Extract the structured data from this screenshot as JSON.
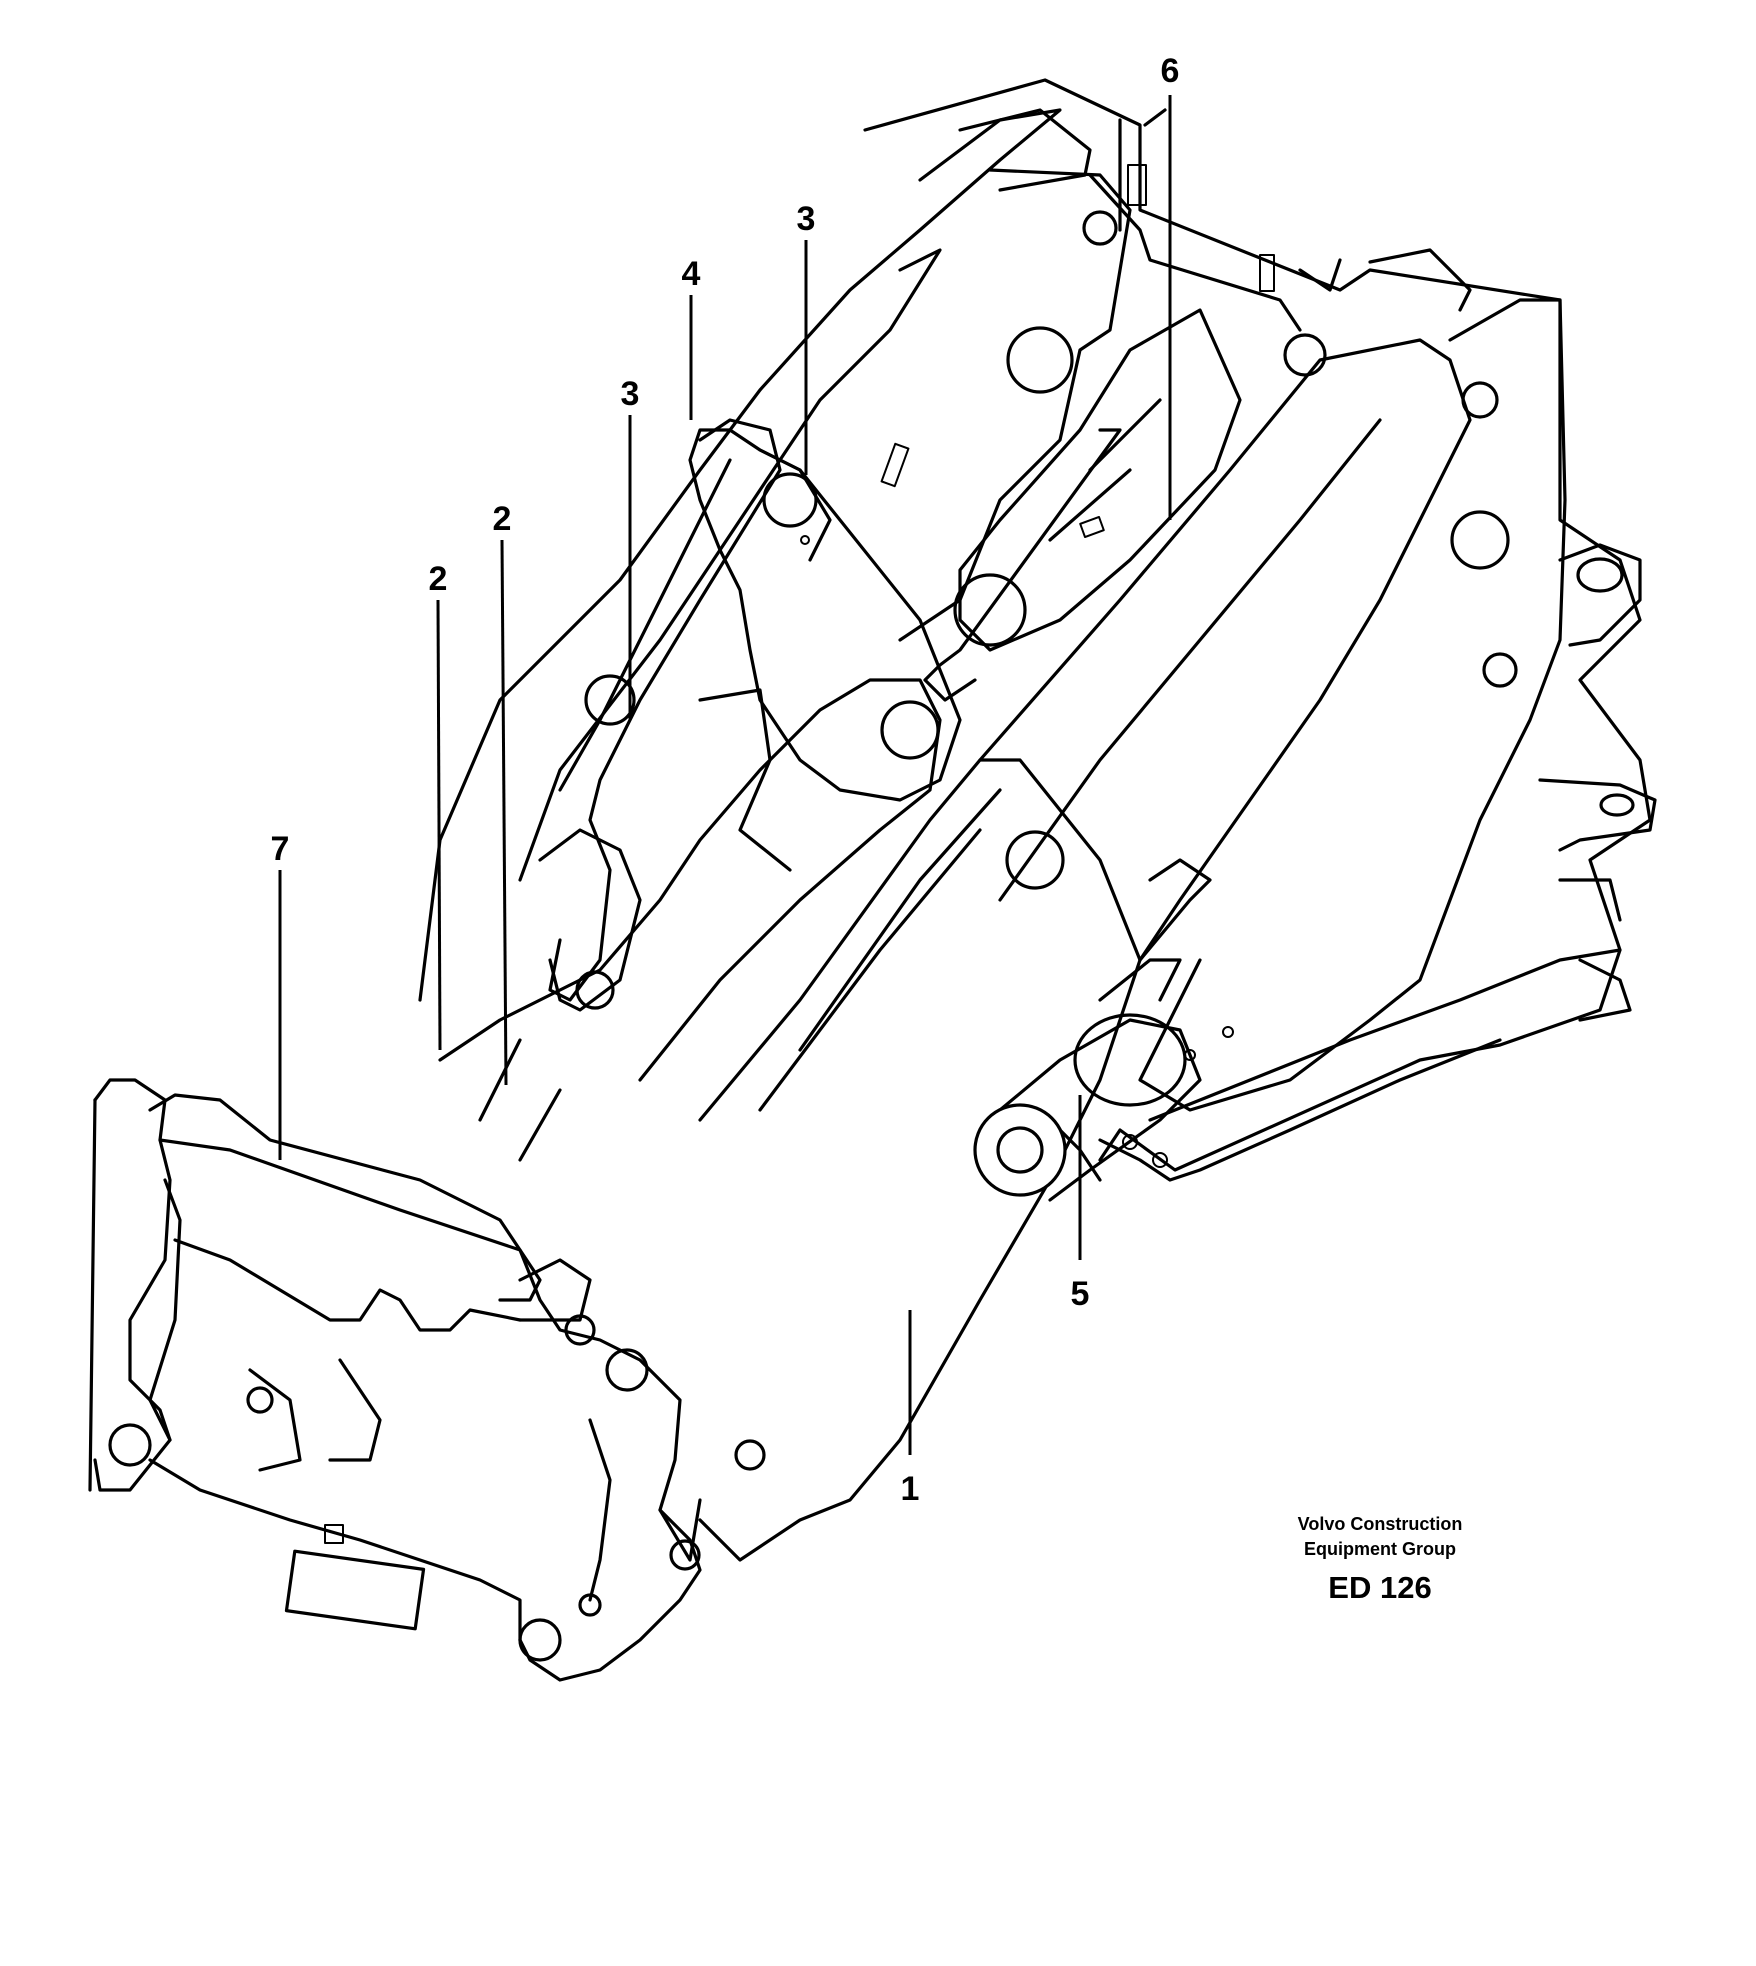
{
  "callouts": [
    {
      "label": "1"
    },
    {
      "label": "2"
    },
    {
      "label": "2"
    },
    {
      "label": "3"
    },
    {
      "label": "3"
    },
    {
      "label": "4"
    },
    {
      "label": "5"
    },
    {
      "label": "6"
    },
    {
      "label": "7"
    }
  ],
  "caption": {
    "org_line1": "Volvo Construction",
    "org_line2": "Equipment Group",
    "code": "ED 126"
  }
}
